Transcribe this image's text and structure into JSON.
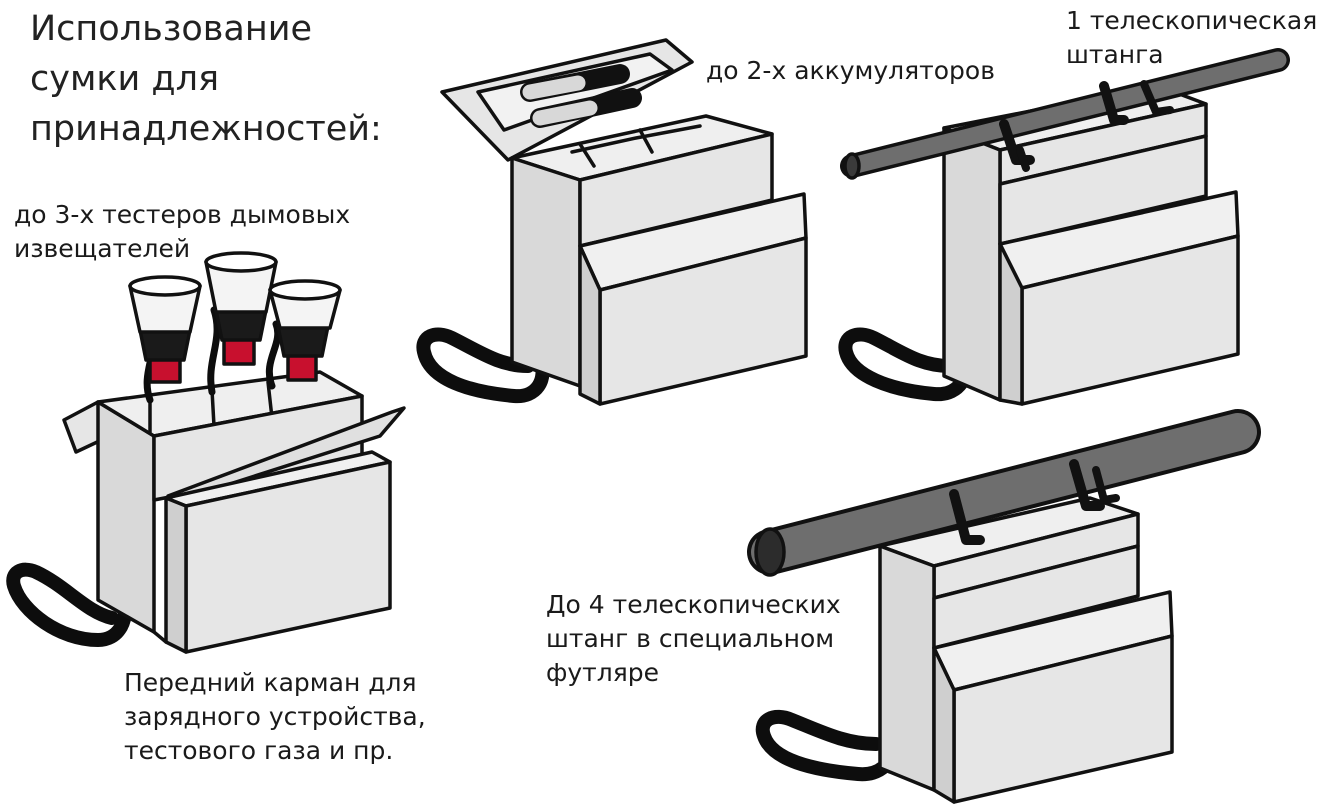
{
  "title_lines": [
    "Использование",
    "сумки для",
    "принадлежностей:"
  ],
  "labels": {
    "testers": [
      "до 3-х тестеров дымовых",
      "извещателей"
    ],
    "batteries": [
      "до 2-х аккумуляторов"
    ],
    "one_pole": [
      "1 телескопическая",
      "штанга"
    ],
    "front_pocket": [
      "Передний карман для",
      "зарядного устройства,",
      "тестового газа и пр."
    ],
    "four_poles": [
      "До 4 телескопических",
      "штанг в специальном",
      "футляре"
    ]
  },
  "colors": {
    "bag_fill": "#e6e6e6",
    "bag_dark": "#cfcfcf",
    "outline": "#111111",
    "strap": "#0d0d0d",
    "pole": "#6e6e6e",
    "accent_red": "#c8102e"
  }
}
